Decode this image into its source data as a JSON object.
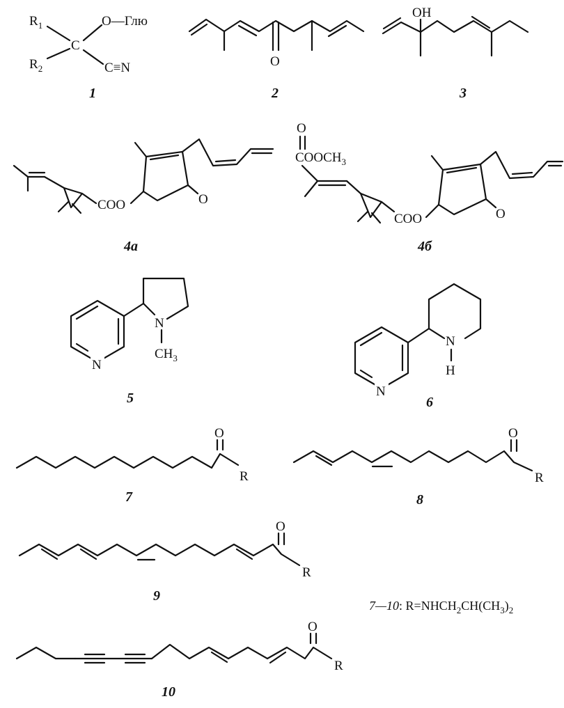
{
  "compound1": {
    "r1": "R",
    "r1_sub": "1",
    "r2": "R",
    "r2_sub": "2",
    "c": "C",
    "o_glu": "O—Глю",
    "cn": "C≡N",
    "label": "1"
  },
  "compound2": {
    "o": "O",
    "label": "2"
  },
  "compound3": {
    "oh": "OH",
    "label": "3"
  },
  "compound4a": {
    "coo": "COO",
    "o": "O",
    "label": "4a"
  },
  "compound4b": {
    "ester_main": "COOCH",
    "ester_sub": "3",
    "o_top": "O",
    "coo": "COO",
    "o": "O",
    "label": "4б"
  },
  "compound5": {
    "n_ring": "N",
    "n": "N",
    "ch3_main": "CH",
    "ch3_sub": "3",
    "label": "5"
  },
  "compound6": {
    "n_ring": "N",
    "n": "N",
    "h": "H",
    "label": "6"
  },
  "compound7": {
    "o": "O",
    "r": "R",
    "label": "7"
  },
  "compound8": {
    "o": "O",
    "r": "R",
    "label": "8"
  },
  "compound9": {
    "o": "O",
    "r": "R",
    "label": "9"
  },
  "compound10": {
    "o": "O",
    "r": "R",
    "label": "10"
  },
  "note": {
    "range": "7—10",
    "colon": ":",
    "formula_part1": " R=NHCH",
    "sub1": "2",
    "formula_part2": "CH(CH",
    "sub2": "3",
    "formula_part3": ")",
    "sub3": "2"
  }
}
